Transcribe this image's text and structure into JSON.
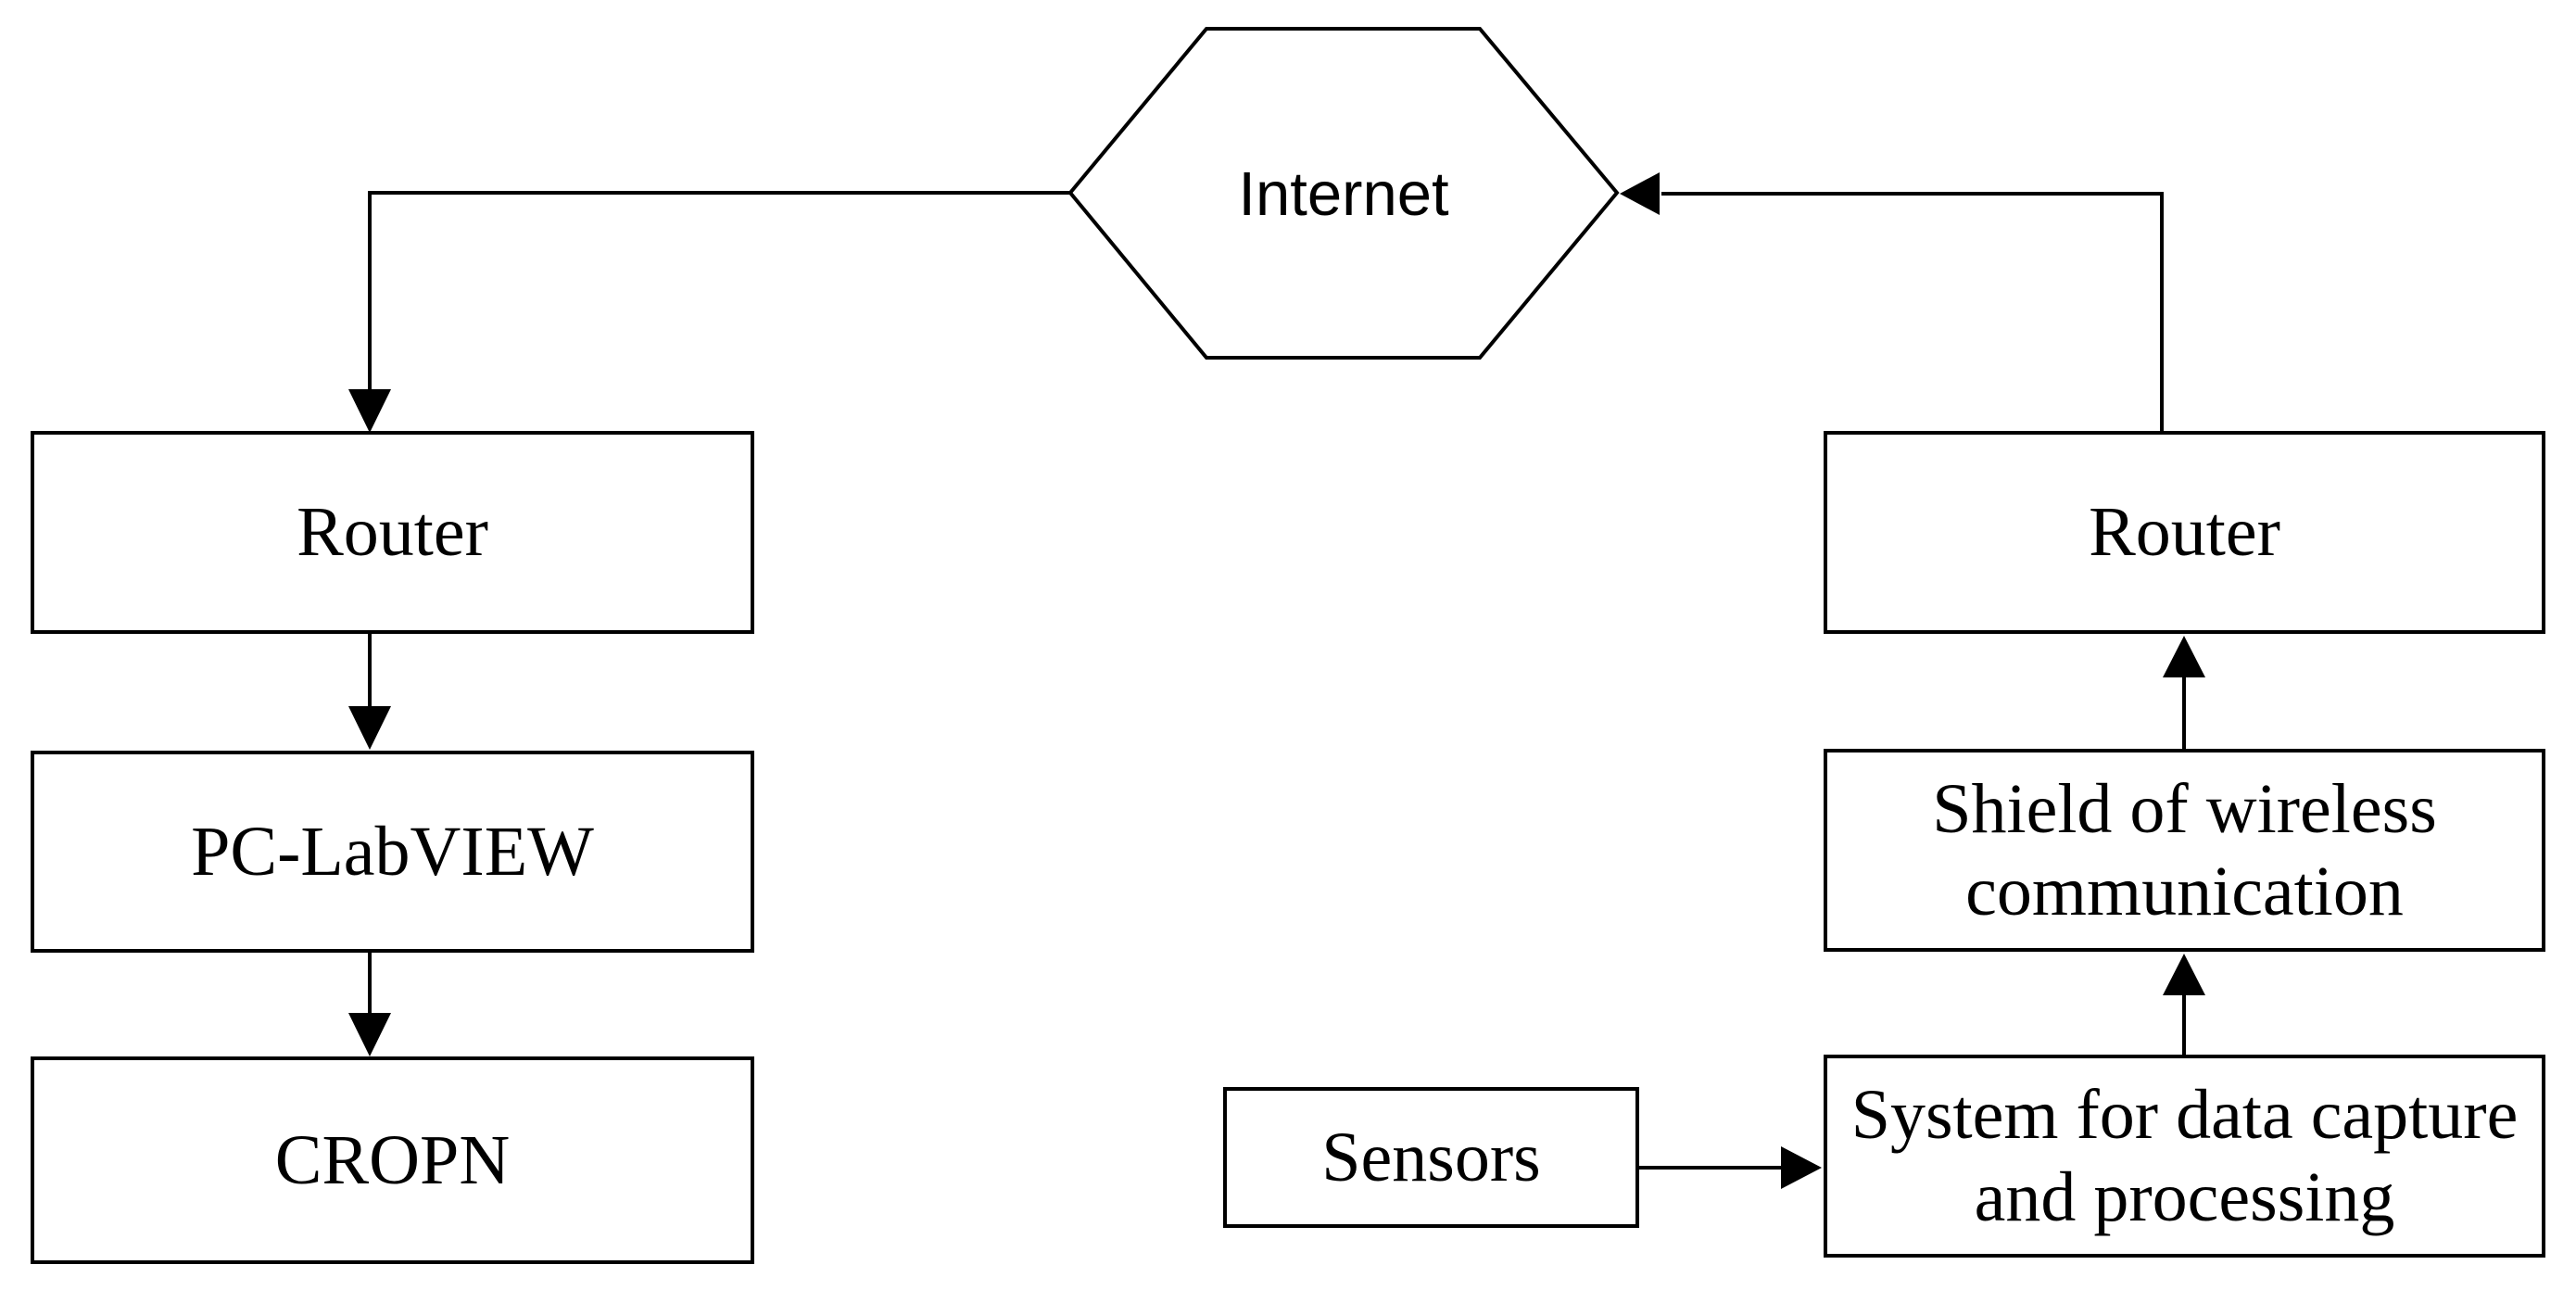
{
  "diagram": {
    "internet": {
      "label": "Internet"
    },
    "left_router": {
      "label": "Router"
    },
    "pc_labview": {
      "label": "PC-LabVIEW"
    },
    "cropn": {
      "label": "CROPN"
    },
    "right_router": {
      "label": "Router"
    },
    "shield": {
      "line1": "Shield of wireless",
      "line2": "communication"
    },
    "system": {
      "line1": "System for data capture",
      "line2": "and processing"
    },
    "sensors": {
      "label": "Sensors"
    },
    "colors": {
      "line": "#000000",
      "background": "#ffffff"
    }
  }
}
